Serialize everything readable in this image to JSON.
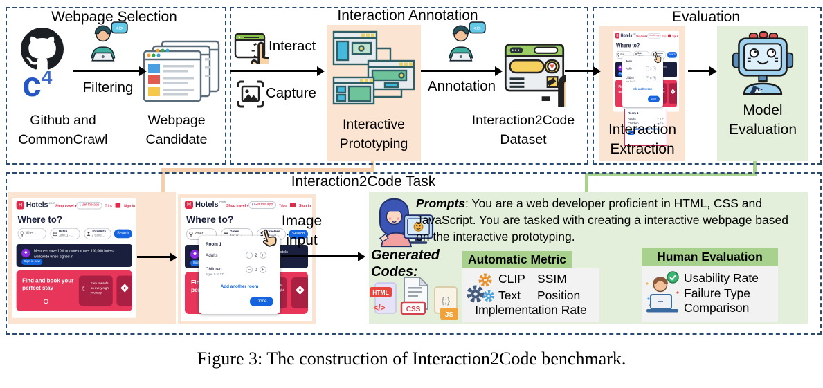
{
  "figure_caption": "Figure 3: The construction of Interaction2Code benchmark.",
  "panels": {
    "selection": {
      "title": "Webpage Selection",
      "c4_c": "c",
      "c4_sup": "4",
      "filtering": "Filtering",
      "source": "Github and CommonCrawl",
      "candidate": "Webpage Candidate"
    },
    "annotation": {
      "title": "Interaction Annotation",
      "interact": "Interact",
      "capture": "Capture",
      "prototyping": "Interactive Prototyping",
      "annotation": "Annotation",
      "dataset": "Interaction2Code Dataset"
    },
    "evaluation": {
      "title": "Evaluation",
      "extraction": "Interaction Extraction",
      "model": "Model Evaluation",
      "ai_badge": "AI"
    },
    "task": {
      "title": "Interaction2Code Task",
      "image_input": "Image input",
      "prompts_label": "Prompts",
      "prompts_text": ": You are a web developer proficient in HTML, CSS and JavaScript. You are tasked with creating a interactive webpage based on the interactive prototyping.",
      "generated_codes": "Generated Codes:",
      "code_files": {
        "html": "HTML",
        "html_tag": "</>",
        "css": "CSS",
        "js": "JS",
        "js_braces": "{;}"
      },
      "automatic_metric": {
        "title": "Automatic Metric",
        "m1": "CLIP",
        "m2": "SSIM",
        "m3": "Text",
        "m4": "Position",
        "footer": "Implementation Rate"
      },
      "human_evaluation": {
        "title": "Human Evaluation",
        "item1": "Usability Rate",
        "item2": "Failure Type",
        "item3": "Comparison"
      }
    }
  },
  "hotels": {
    "logo_letter": "H",
    "brand": "Hotels",
    "brand_tld": ".com",
    "nav_shop": "Shop travel ▾",
    "nav_app": "Get the app",
    "nav_trips": "Trips",
    "nav_signin": "Sign in",
    "hero": "Where to?",
    "search": {
      "where": "Wher...",
      "dates_label": "Dates",
      "dates_value": "Jan 01 -...",
      "trav_label": "Travelers",
      "trav_value": "2 travel...",
      "button": "Search"
    },
    "member_banner": "Members save 10% or more on over 100,000 hotels worldwide when signed in",
    "member_button": "Sign in now",
    "member_gem": "◆",
    "promo_headline": "Find and book your perfect stay",
    "promo_card": "Earn rewards on every night you stay",
    "moon_icon": "☾",
    "popup": {
      "room": "Room 1",
      "adults": "Adults",
      "adults_count": "2",
      "children": "Children",
      "children_ages": "Ages 0 to 17",
      "children_count": "0",
      "add_room": "Add another room",
      "done": "Done",
      "minus": "−",
      "plus": "+"
    }
  },
  "colors": {
    "peach": "#fbe4d1",
    "green_light": "#e3efda",
    "green_header": "#a9d18e",
    "dash_border": "#2b4a70",
    "hotels_red": "#e0294b",
    "promo_red": "#e8365b",
    "navy": "#1a1f3d",
    "blue": "#1464e0"
  }
}
